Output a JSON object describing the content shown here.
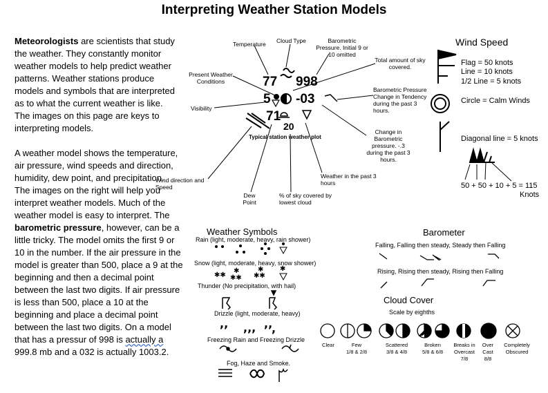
{
  "title": "Interpreting Weather Station Models",
  "intro": {
    "p1_bold": "Meteorologists",
    "p1_rest": " are scientists that study the weather.  They constantly monitor weather models to help predict weather patterns. Weather stations produce models and symbols that are interpreted as to what the current weather is like.",
    "p1_tail": "The images on this page are keys to interpreting models.",
    "p2": "A weather model shows the temperature, air pressure, wind speeds and direction, humidity, dew point, and precipitation.",
    "p3_start": "The images on the right will help you interpret weather models.  Much of the weather model is easy to interpret.  The ",
    "p3_bold": "barometric pressure",
    "p3_rest": ", however, can be a little tricky. The model omits the first 9 or 10 in the number.  If the air pressure in the model is greater than 500, place a 9 at the beginning and then a decimal point between the last two digits.  If air pressure is less than 500, place a 10 at the beginning and place a decimal point between the last two digits.  On a model that has a pressur of 998 is ",
    "p3_wavy1": "actually a",
    "p3_mid": " ",
    "p3_end": "999.8 mb and a 032 is actually 1003.2."
  },
  "station": {
    "temp_value": "77",
    "pressure_value": "998",
    "visibility_value": "5",
    "tendency_value": "-03",
    "dewpoint_value": "71",
    "low_cloud_value": "20",
    "caption": "Typical station weather plot",
    "labels": {
      "temperature": "Temperature",
      "cloud_type": "Cloud Type",
      "barometric_pressure": "Barometric Pressure. Initial 9 or 10 omitted",
      "total_sky": "Total amount of sky covered.",
      "present_weather": "Present Weather Conditions",
      "visibility": "Visibility",
      "pressure_change": "Barometric Pressure Change in Tendency during the past 3 hours.",
      "change_example": "Change in Barometric pressure. -.3 during the past 3 hours.",
      "wind_direction": "Wind direction and Speed",
      "dew_point": "Dew Point",
      "sky_low_cloud": "% of sky covered by lowest cloud",
      "weather_past": "Weather in the past 3 hours"
    }
  },
  "wind_speed": {
    "title": "Wind Speed",
    "flag": "Flag = 50 knots",
    "line": "Line = 10 knots",
    "half_line": "1/2 Line = 5 knots",
    "calm": "Circle = Calm Winds",
    "diagonal": "Diagonal line = 5 knots",
    "sum": "50 + 50 + 10 + 5 = 115",
    "knots": "Knots"
  },
  "weather_symbols": {
    "title": "Weather Symbols",
    "rain": "Rain (light, moderate, heavy, rain shower)",
    "snow": "Snow (light, moderate, heavy, snow shower)",
    "thunder": "Thunder (No precipitation, with hail)",
    "drizzle": "Drizzle (light, moderate, heavy)",
    "freezing": "Freezing Rain and Freezing Drizzle",
    "fog": "Fog, Haze and Smoke."
  },
  "barometer": {
    "title": "Barometer",
    "falling": "Falling, Falling then steady, Steady then Falling",
    "rising": "Rising, Rising then steady, Rising then Falling"
  },
  "cloud_cover": {
    "title": "Cloud Cover",
    "subtitle": "Scale by eighths",
    "items": [
      {
        "label": "Clear",
        "sub": ""
      },
      {
        "label": "Few",
        "sub": "1/8 & 2/8"
      },
      {
        "label": "Scattered",
        "sub": "3/8 & 4/8"
      },
      {
        "label": "Broken",
        "sub": "5/8 & 6/8"
      },
      {
        "label": "Breaks in",
        "sub": "Overcast",
        "sub2": "7/8"
      },
      {
        "label": "Over",
        "sub": "Cast",
        "sub2": "8/8"
      },
      {
        "label": "Completely",
        "sub": "Obscured"
      }
    ]
  }
}
